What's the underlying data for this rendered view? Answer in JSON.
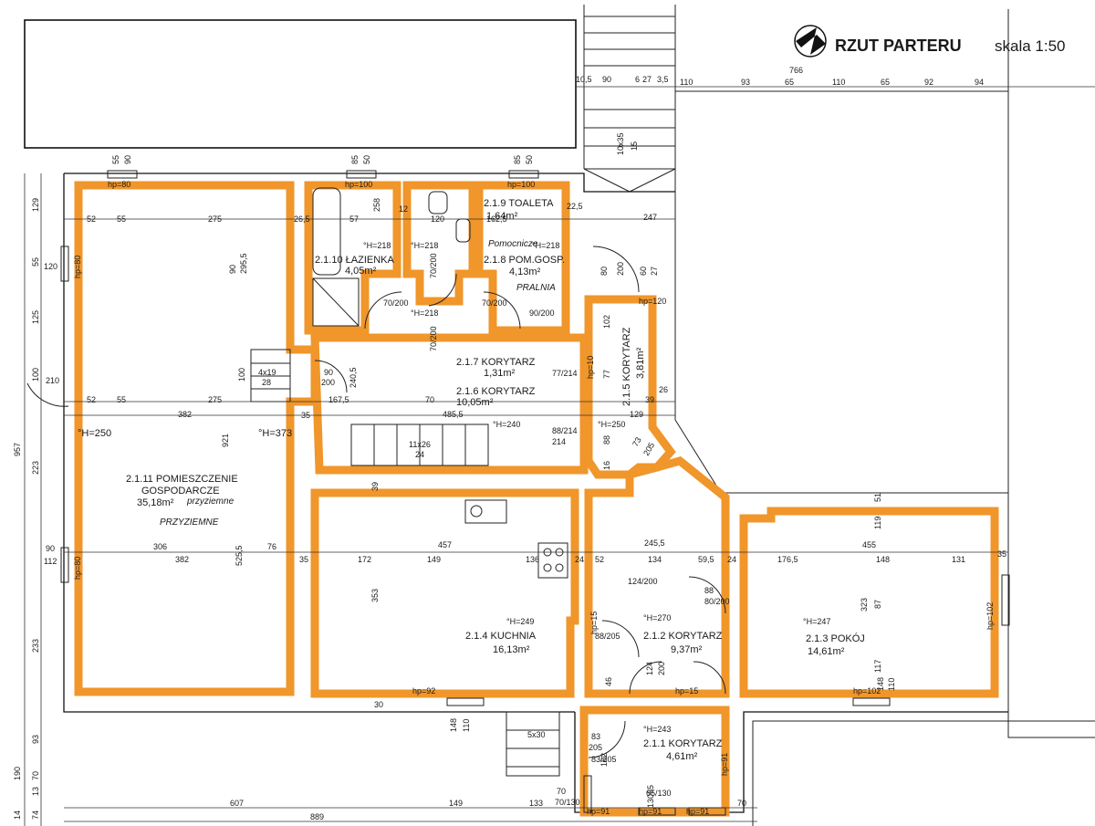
{
  "title": "RZUT PARTERU",
  "scale": "skala 1:50",
  "colors": {
    "wall": "#f0962a",
    "line": "#111111",
    "handwriting": "#2a3a9a"
  },
  "rooms": [
    {
      "name": "2.1.11 POMIESZCZENIE",
      "name2": "GOSPODARCZE",
      "area": "35,18m²",
      "height": "°H=250",
      "height2": "°H=373"
    },
    {
      "name": "2.1.10 ŁAZIENKA",
      "area": "4,05m²",
      "height": "°H=218"
    },
    {
      "name": "2.1.9 TOALETA",
      "area": "1,64m²",
      "height": "°H=218"
    },
    {
      "name": "2.1.8 POM.GOSP.",
      "area": "4,13m²",
      "height": "°H=218"
    },
    {
      "name": "2.1.7 KORYTARZ",
      "area": "1,31m²"
    },
    {
      "name": "2.1.6 KORYTARZ",
      "area": "10,05m²",
      "height": "°H=240"
    },
    {
      "name": "2.1.5 KORYTARZ",
      "area": "3,81m²",
      "height": "°H=250"
    },
    {
      "name": "2.1.4 KUCHNIA",
      "area": "16,13m²",
      "height": "°H=249"
    },
    {
      "name": "2.1.3 POKÓJ",
      "area": "14,61m²",
      "height": "°H=247"
    },
    {
      "name": "2.1.2 KORYTARZ",
      "area": "9,37m²",
      "height": "°H=270"
    },
    {
      "name": "2.1.1 KORYTARZ",
      "area": "4,61m²",
      "height": "°H=243"
    }
  ],
  "corridor_height": "°H=218",
  "handwritten": {
    "room11a": "przyziemne",
    "room11b": "PRZYZIEMNE",
    "room8a": "Pomocnicze",
    "room8b": "PRALNIA"
  },
  "top_dims": [
    "10,5",
    "90",
    "6",
    "27",
    "3,5",
    "110",
    "93",
    "65",
    "110",
    "65",
    "92",
    "94"
  ],
  "top_total": "766",
  "bottom_dims": [
    "607",
    "149",
    "133",
    "70"
  ],
  "bottom_total": "889",
  "left_dims": [
    "129",
    "55",
    "120",
    "125",
    "100",
    "210",
    "957",
    "223",
    "90",
    "112",
    "233",
    "93",
    "190",
    "70",
    "13",
    "74",
    "14"
  ],
  "interior_dims": {
    "row1": [
      "52",
      "55",
      "275",
      "26,5",
      "57",
      "258",
      "12",
      "120",
      "162,5",
      "22,5",
      "247"
    ],
    "row2": [
      "52",
      "55",
      "275",
      "167,5",
      "70",
      "485,5",
      "39",
      "26"
    ],
    "row3": [
      "306",
      "382",
      "76",
      "35",
      "172",
      "149",
      "136",
      "24",
      "52",
      "134",
      "59,5",
      "24",
      "176,5",
      "148",
      "131",
      "35"
    ],
    "misc": [
      "55",
      "90",
      "85",
      "50",
      "85",
      "50",
      "90",
      "295,5",
      "382",
      "921",
      "525,5",
      "100",
      "4x19",
      "28",
      "90",
      "200",
      "240,5",
      "35",
      "11x26",
      "24",
      "39",
      "457",
      "353",
      "245,5",
      "455",
      "323",
      "87",
      "117",
      "148",
      "110",
      "119",
      "51",
      "129",
      "102",
      "77",
      "88",
      "214",
      "16",
      "73",
      "205",
      "10x35",
      "15",
      "5x30",
      "30",
      "148",
      "110",
      "83",
      "205",
      "182",
      "65",
      "130",
      "70",
      "46",
      "124",
      "200",
      "88",
      "80",
      "60",
      "27",
      "200"
    ],
    "doors": [
      "70/200",
      "70/200",
      "70/200",
      "70/200",
      "90/200",
      "77/214",
      "88/214",
      "88/205",
      "80/200",
      "124/200",
      "83/205",
      "70/130",
      "65/130"
    ],
    "sills": [
      "hp=80",
      "hp=100",
      "hp=100",
      "hp=120",
      "hp=10",
      "hp=92",
      "hp=15",
      "hp=15",
      "hp=102",
      "hp=102",
      "hp=91",
      "hp=91",
      "hp=91",
      "hp=91",
      "hp=80",
      "hp=80"
    ]
  }
}
